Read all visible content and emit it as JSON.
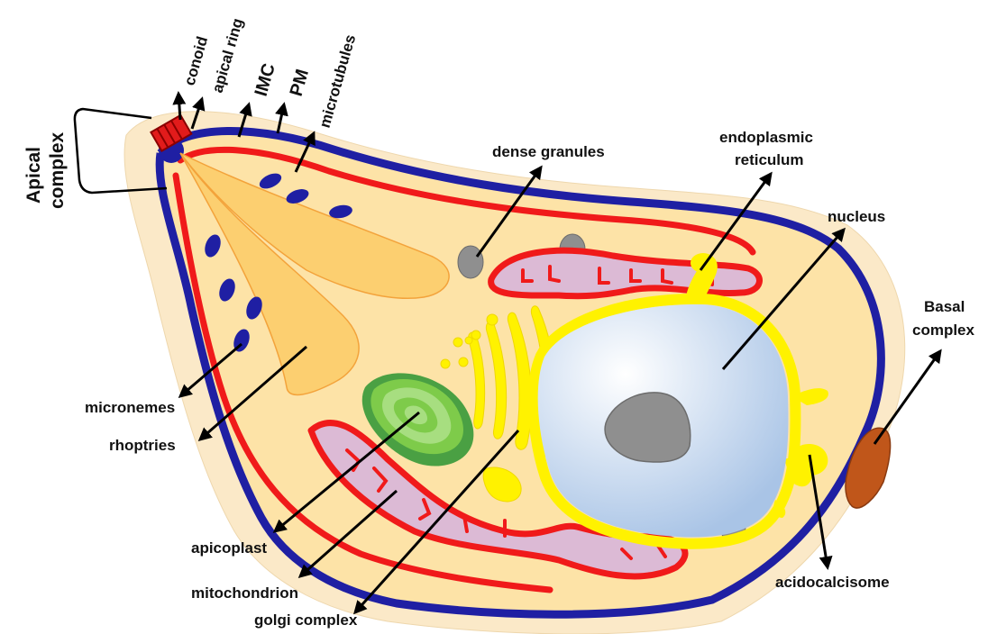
{
  "labels": {
    "conoid": "conoid",
    "apical_ring": "apical ring",
    "imc": "IMC",
    "pm": "PM",
    "microtubules": "microtubules",
    "apical_complex_line1": "Apical",
    "apical_complex_line2": "complex",
    "dense_granules": "dense granules",
    "er_line1": "endoplasmic",
    "er_line2": "reticulum",
    "nucleus": "nucleus",
    "basal_line1": "Basal",
    "basal_line2": "complex",
    "micronemes": "micronemes",
    "rhoptries": "rhoptries",
    "apicoplast": "apicoplast",
    "mitochondrion": "mitochondrion",
    "golgi": "golgi complex",
    "acidocalcisome": "acidocalcisome"
  },
  "colors": {
    "outer_halo": "#fbe9c8",
    "cytoplasm": "#fde3a7",
    "pellicle_blue": "#1f1fa3",
    "imc_red": "#f01a1a",
    "mitochondrion_fill": "#dcbad5",
    "rhoptry": "#fccf70",
    "apicoplast_green": "#7ecb4a",
    "nucleus_fill": "#c5d9ef",
    "nucleolus": "#8f8f8f",
    "er_yellow": "#fff200",
    "basal_brown": "#c0561a"
  }
}
